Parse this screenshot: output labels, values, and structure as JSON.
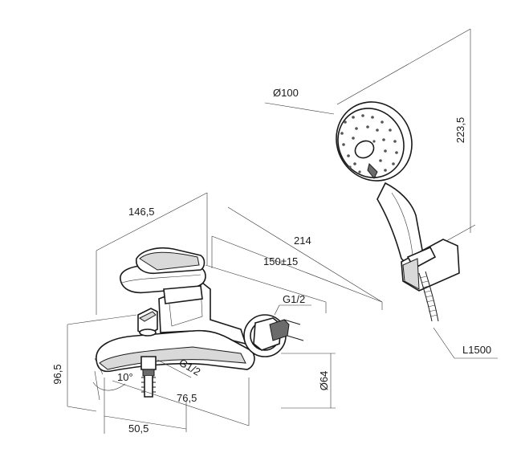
{
  "dimensions": {
    "overall_length": "214",
    "body_width": "146,5",
    "spout_extension": "150±15",
    "connection_thread_top": "G1/2",
    "connection_thread_bottom": "G1/2",
    "spout_height": "96,5",
    "spout_angle": "10°",
    "spout_reach": "76,5",
    "spout_offset": "50,5",
    "flange_diameter": "Ø64",
    "shower_head_diameter": "Ø100",
    "shower_head_length": "223,5",
    "hose_length": "L1500"
  }
}
